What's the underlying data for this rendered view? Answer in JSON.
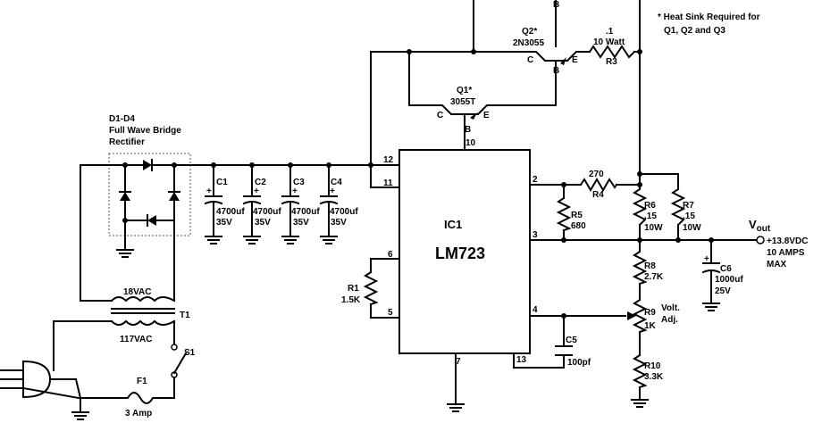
{
  "notes": {
    "heat_sink_1": "* Heat Sink Required for",
    "heat_sink_2": "Q1, Q2 and Q3"
  },
  "ic": {
    "ref": "IC1",
    "part": "LM723",
    "pins": [
      "12",
      "11",
      "10",
      "2",
      "3",
      "6",
      "5",
      "4",
      "7",
      "13"
    ]
  },
  "bridge": {
    "ref": "D1-D4",
    "line1": "Full Wave Bridge",
    "line2": "Rectifier"
  },
  "transformer": {
    "ref": "T1",
    "secondary": "18VAC",
    "primary": "117VAC"
  },
  "switch": {
    "ref": "S1"
  },
  "fuse": {
    "ref": "F1",
    "rating": "3 Amp"
  },
  "capacitors": [
    {
      "ref": "C1",
      "value": "4700uf",
      "voltage": "35V"
    },
    {
      "ref": "C2",
      "value": "4700uf",
      "voltage": "35V"
    },
    {
      "ref": "C3",
      "value": "4700uf",
      "voltage": "35V"
    },
    {
      "ref": "C4",
      "value": "4700uf",
      "voltage": "35V"
    },
    {
      "ref": "C5",
      "value": "100pf"
    },
    {
      "ref": "C6",
      "value": "1000uf",
      "voltage": "25V"
    }
  ],
  "transistors": {
    "q1": {
      "ref": "Q1*",
      "part": "3055T"
    },
    "q2": {
      "ref": "Q2*",
      "part": "2N3055"
    },
    "pins": {
      "c": "C",
      "b": "B",
      "e": "E"
    }
  },
  "resistors": [
    {
      "ref": "R1",
      "value": "1.5K"
    },
    {
      "ref": "R3",
      "value": ".1",
      "rating": "10 Watt"
    },
    {
      "ref": "R4",
      "value": "270"
    },
    {
      "ref": "R5",
      "value": "680"
    },
    {
      "ref": "R6",
      "value": ".15",
      "rating": "10W"
    },
    {
      "ref": "R7",
      "value": ".15",
      "rating": "10W"
    },
    {
      "ref": "R8",
      "value": "2.7K"
    },
    {
      "ref": "R9",
      "value": "1K",
      "label1": "Volt.",
      "label2": "Adj."
    },
    {
      "ref": "R10",
      "value": "3.3K"
    }
  ],
  "output": {
    "label_main": "V",
    "label_sub": "out",
    "line1": "+13.8VDC",
    "line2": "10 AMPS",
    "line3": "MAX"
  },
  "plus_sign": "+"
}
